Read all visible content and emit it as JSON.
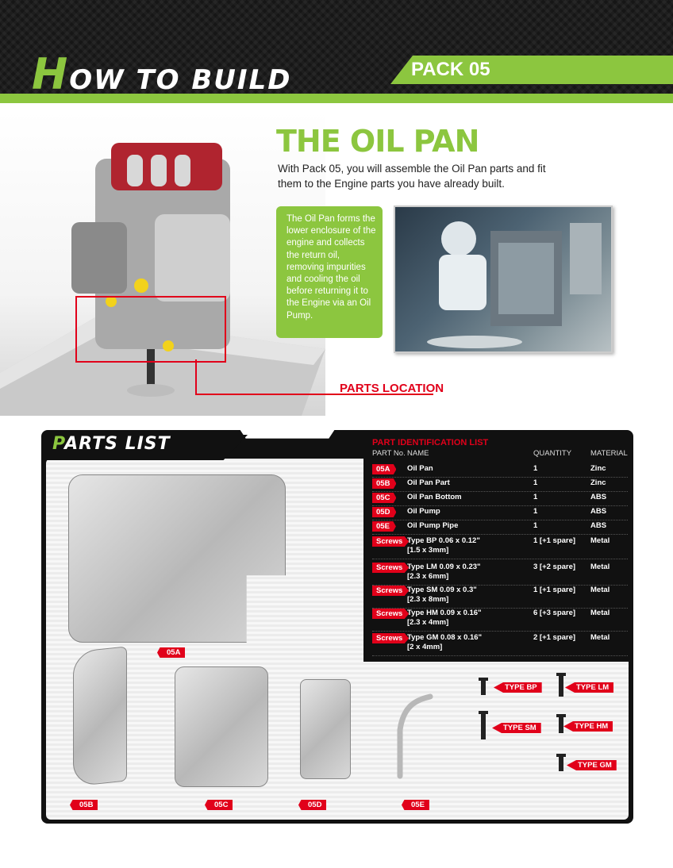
{
  "header": {
    "title_initial": "H",
    "title_rest": "OW TO BUILD",
    "pack": "PACK 05"
  },
  "intro": {
    "title": "THE OIL PAN",
    "text": "With Pack 05, you will assemble the Oil Pan parts and fit them to the Engine parts you have already built.",
    "callout": "The Oil Pan forms the lower enclosure of the engine and collects the return oil, removing impurities and cooling the oil before returning it to the Engine via an Oil Pump.",
    "parts_location": "PARTS LOCATION"
  },
  "parts_list": {
    "heading_initial": "P",
    "heading_rest": "ARTS LIST",
    "table_title": "PART IDENTIFICATION LIST",
    "columns": {
      "part_no": "PART No.",
      "name": "NAME",
      "quantity": "QUANTITY",
      "material": "MATERIAL"
    },
    "rows": [
      {
        "part": "05A",
        "name": "Oil Pan",
        "qty": "1",
        "mat": "Zinc"
      },
      {
        "part": "05B",
        "name": "Oil Pan Part",
        "qty": "1",
        "mat": "Zinc"
      },
      {
        "part": "05C",
        "name": "Oil Pan Bottom",
        "qty": "1",
        "mat": "ABS"
      },
      {
        "part": "05D",
        "name": "Oil Pump",
        "qty": "1",
        "mat": "ABS"
      },
      {
        "part": "05E",
        "name": "Oil Pump Pipe",
        "qty": "1",
        "mat": "ABS"
      },
      {
        "part": "Screws",
        "name": "Type BP  0.06 x 0.12\"",
        "name2": "[1.5 x 3mm]",
        "qty": "1 [+1 spare]",
        "mat": "Metal"
      },
      {
        "part": "Screws",
        "name": "Type LM  0.09 x 0.23\"",
        "name2": "[2.3 x 6mm]",
        "qty": "3 [+2 spare]",
        "mat": "Metal"
      },
      {
        "part": "Screws",
        "name": "Type SM  0.09 x 0.3\"",
        "name2": "[2.3 x 8mm]",
        "qty": "1 [+1 spare]",
        "mat": "Metal"
      },
      {
        "part": "Screws",
        "name": "Type HM  0.09 x 0.16\"",
        "name2": "[2.3 x 4mm]",
        "qty": "6 [+3 spare]",
        "mat": "Metal"
      },
      {
        "part": "Screws",
        "name": "Type GM  0.08 x 0.16\"",
        "name2": "[2 x 4mm]",
        "qty": "2 [+1 spare]",
        "mat": "Metal"
      }
    ],
    "part_labels": {
      "a": "05A",
      "b": "05B",
      "c": "05C",
      "d": "05D",
      "e": "05E"
    },
    "screw_labels": {
      "bp": "TYPE BP",
      "lm": "TYPE LM",
      "sm": "TYPE SM",
      "hm": "TYPE HM",
      "gm": "TYPE GM"
    }
  },
  "colors": {
    "accent_green": "#8cc63f",
    "accent_red": "#e1001a",
    "panel_dark": "#111111"
  }
}
